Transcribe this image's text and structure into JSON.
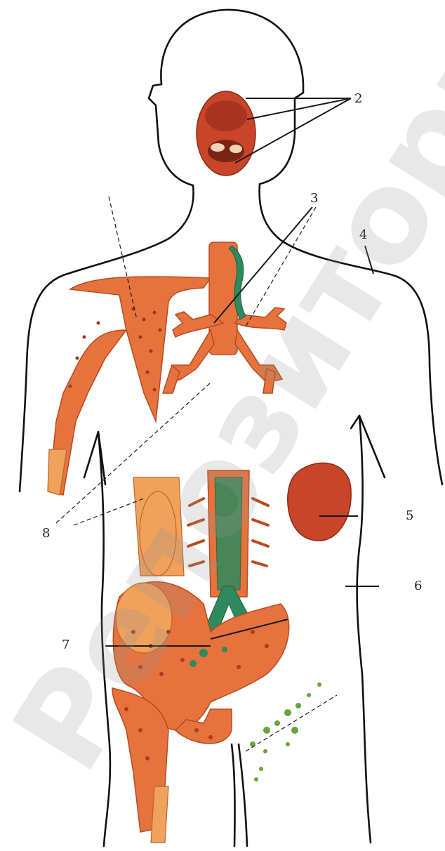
{
  "labels": {
    "l2": "2",
    "l3": "3",
    "l4": "4",
    "l5": "5",
    "l6": "6",
    "l7": "7",
    "l8": "8"
  },
  "watermark": "Репозиторий",
  "colors": {
    "bone": "#e6723e",
    "organ": "#c9452a",
    "vessel": "#2e8a5c",
    "outline": "#111111"
  },
  "icons": [
    "human-body-outline",
    "thymus-icon",
    "bone-marrow-icon",
    "spleen-icon",
    "lymph-node-icon"
  ]
}
